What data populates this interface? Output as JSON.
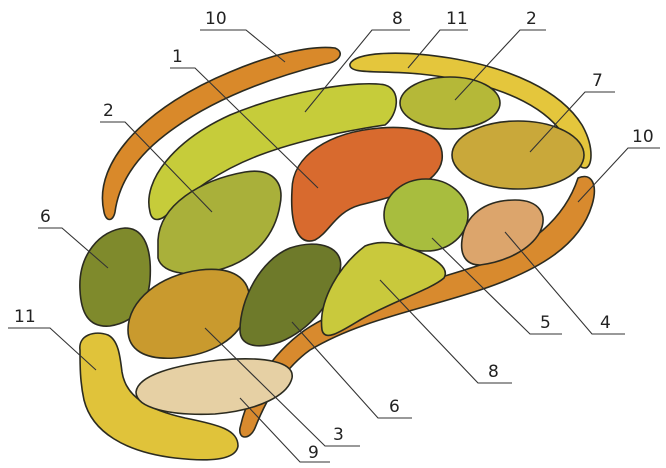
{
  "diagram": {
    "colors": {
      "outline": "#2b2b20",
      "orange_band": "#d9892a",
      "yellow_band": "#e2c63d",
      "yellow_green": "#c8c938",
      "olive_green": "#9aa93a",
      "dark_green": "#6f7a2a",
      "orange_red": "#d86a2e",
      "amber": "#c99a2e",
      "pale_tan": "#e8cfa4",
      "pink_tan": "#e2a56b"
    },
    "labels": {
      "l1": "1",
      "l2a": "2",
      "l2b": "2",
      "l3": "3",
      "l4": "4",
      "l5": "5",
      "l6a": "6",
      "l6b": "6",
      "l7": "7",
      "l8a": "8",
      "l8b": "8",
      "l9": "9",
      "l10a": "10",
      "l10b": "10",
      "l11a": "11",
      "l11b": "11"
    }
  }
}
